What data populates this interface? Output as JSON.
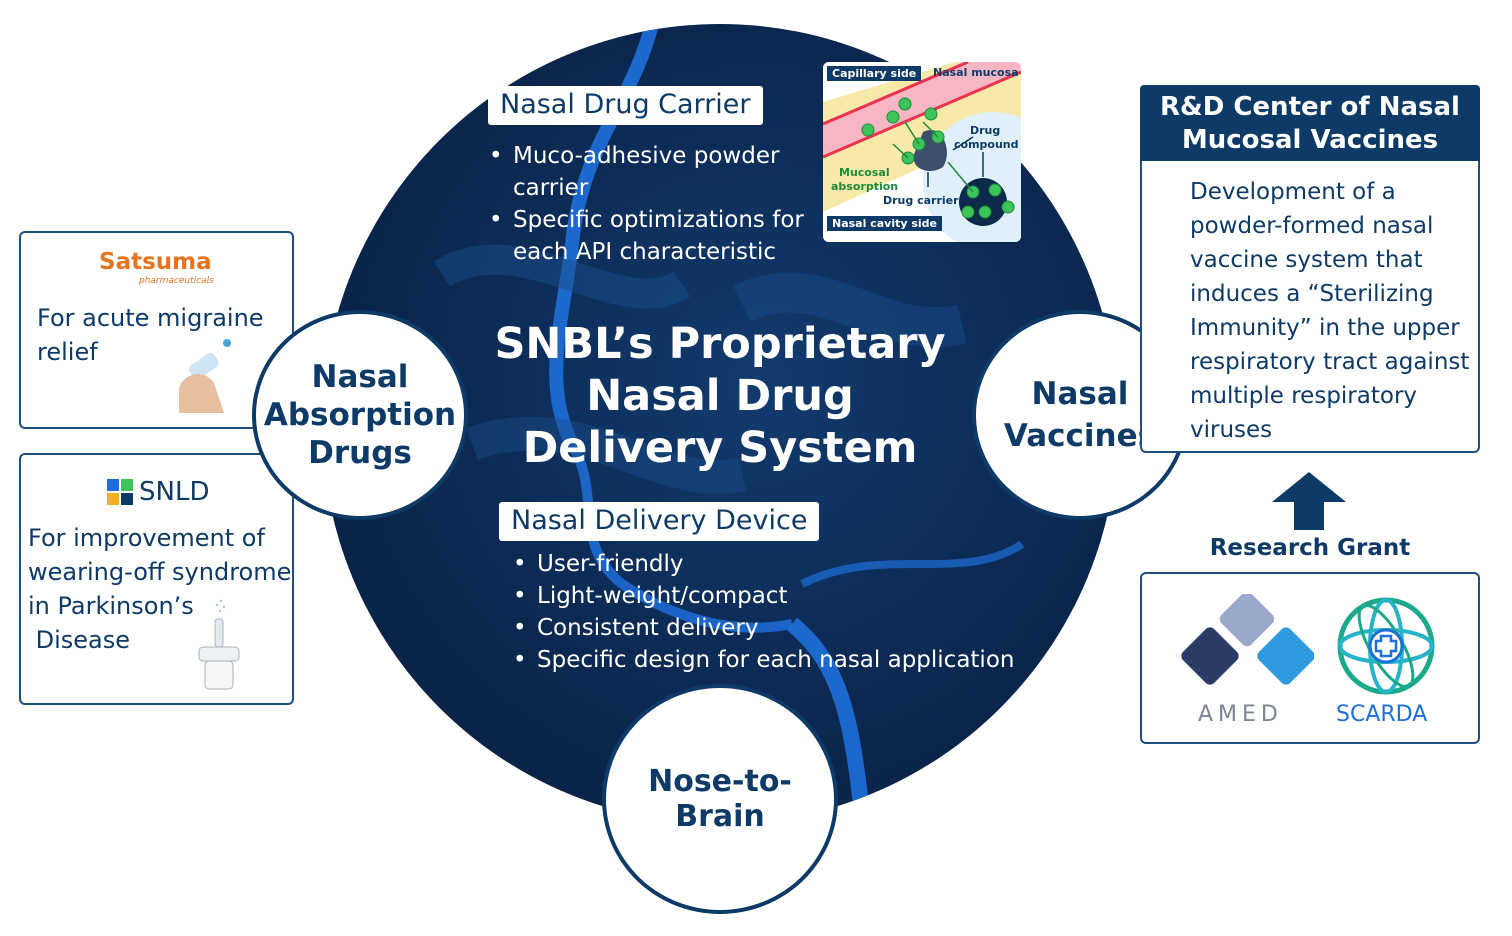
{
  "center": {
    "title_lines": [
      "SNBL’s Proprietary",
      "Nasal Drug",
      "Delivery System"
    ]
  },
  "carrier": {
    "tag": "Nasal Drug Carrier",
    "bullets": [
      [
        "Muco-adhesive powder",
        "carrier"
      ],
      [
        "Specific optimizations for",
        "each API characteristic"
      ]
    ]
  },
  "device": {
    "tag": "Nasal Delivery Device",
    "bullets": [
      "User-friendly",
      "Light-weight/compact",
      "Consistent delivery",
      "Specific design for each nasal application"
    ]
  },
  "inset": {
    "capillary": "Capillary side",
    "mucosa": "Nasal mucosa",
    "drug_compound_1": "Drug",
    "drug_compound_2": "compound",
    "mucosal_1": "Mucosal",
    "mucosal_2": "absorption",
    "drug_carrier": "Drug carrier",
    "cavity": "Nasal cavity side"
  },
  "nodes": {
    "absorption": [
      "Nasal",
      "Absorption",
      "Drugs"
    ],
    "vaccines": [
      "Nasal",
      "Vaccines"
    ],
    "brain": "Nose-to-Brain"
  },
  "satsuma_box": {
    "logo": "Satsuma",
    "logo_sub": "pharmaceuticals",
    "text": [
      "For acute migraine",
      "relief"
    ]
  },
  "snld_box": {
    "logo": "SNLD",
    "text": [
      "For improvement of",
      "wearing-off syndrome",
      "in Parkinson’s",
      " Disease"
    ]
  },
  "rd": {
    "header": [
      "R&D Center of Nasal",
      "Mucosal Vaccines"
    ],
    "body": [
      "Development of a",
      "powder-formed nasal",
      "vaccine system that",
      "induces a “Sterilizing",
      "Immunity” in the upper",
      "respiratory tract against",
      "multiple respiratory",
      "viruses"
    ]
  },
  "grant": {
    "label": "Research Grant",
    "amed": "AMED",
    "scarda": "SCARDA"
  },
  "colors": {
    "navy": "#0d3a66",
    "accent_blue": "#1e6fd9",
    "carrier_green": "#3cc45a",
    "capillary_red": "#e8344f"
  }
}
